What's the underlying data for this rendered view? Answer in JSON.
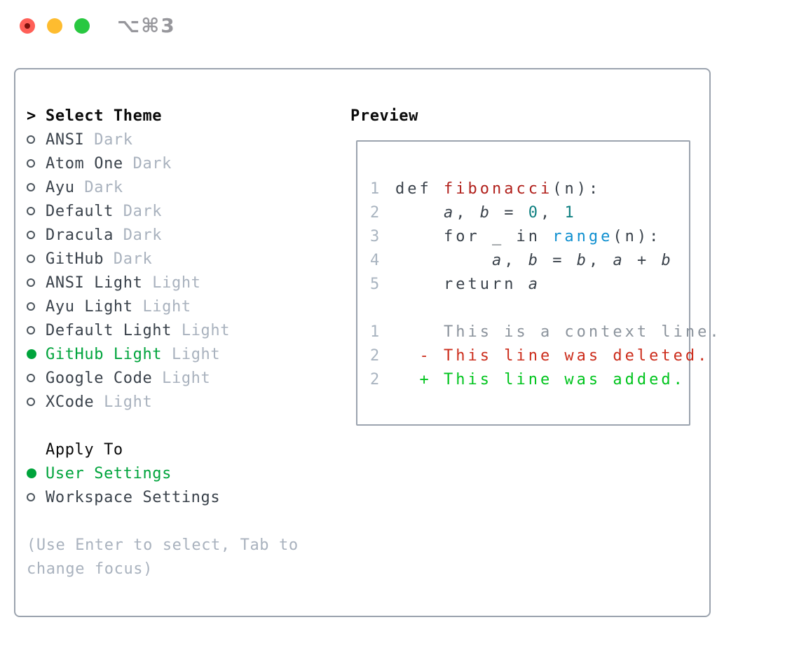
{
  "window": {
    "title_shortcut": "⌥⌘3"
  },
  "colors": {
    "selected_green": "#00a43c",
    "added_green": "#00c41d",
    "deleted_red": "#cc2d1c",
    "function_red": "#b1211c",
    "number_teal": "#0e7f80",
    "builtin_blue": "#1090d0",
    "context_gray": "#8b939c",
    "default": "#3a424b",
    "border_gray": "#9ba3ae",
    "muted_gray": "#a9b2be"
  },
  "theme_picker": {
    "header": "Select Theme",
    "prompt_marker": ">",
    "items": [
      {
        "name": "ANSI",
        "tag": "Dark",
        "selected": false
      },
      {
        "name": "Atom One",
        "tag": "Dark",
        "selected": false
      },
      {
        "name": "Ayu",
        "tag": "Dark",
        "selected": false
      },
      {
        "name": "Default",
        "tag": "Dark",
        "selected": false
      },
      {
        "name": "Dracula",
        "tag": "Dark",
        "selected": false
      },
      {
        "name": "GitHub",
        "tag": "Dark",
        "selected": false
      },
      {
        "name": "ANSI Light",
        "tag": "Light",
        "selected": false
      },
      {
        "name": "Ayu Light",
        "tag": "Light",
        "selected": false
      },
      {
        "name": "Default Light",
        "tag": "Light",
        "selected": false
      },
      {
        "name": "GitHub Light",
        "tag": "Light",
        "selected": true
      },
      {
        "name": "Google Code",
        "tag": "Light",
        "selected": false
      },
      {
        "name": "XCode",
        "tag": "Light",
        "selected": false
      }
    ]
  },
  "apply_to": {
    "header": "Apply To",
    "options": [
      {
        "name": "User Settings",
        "selected": true
      },
      {
        "name": "Workspace Settings",
        "selected": false
      }
    ]
  },
  "hint": {
    "line1": "(Use Enter to select, Tab to",
    "line2": "change focus)"
  },
  "preview": {
    "header": "Preview",
    "lines": [
      {
        "num": "1",
        "segments": [
          {
            "text": "def ",
            "color": "default"
          },
          {
            "text": "fibonacci",
            "color": "function"
          },
          {
            "text": "(n):",
            "color": "default"
          }
        ]
      },
      {
        "num": "2",
        "segments": [
          {
            "text": "    ",
            "color": "default"
          },
          {
            "text": "a",
            "color": "default",
            "italic": true
          },
          {
            "text": ", ",
            "color": "default"
          },
          {
            "text": "b",
            "color": "default",
            "italic": true
          },
          {
            "text": " = ",
            "color": "default"
          },
          {
            "text": "0",
            "color": "number"
          },
          {
            "text": ", ",
            "color": "default"
          },
          {
            "text": "1",
            "color": "number"
          }
        ]
      },
      {
        "num": "3",
        "segments": [
          {
            "text": "    for _ in ",
            "color": "default"
          },
          {
            "text": "range",
            "color": "builtin"
          },
          {
            "text": "(n):",
            "color": "default"
          }
        ]
      },
      {
        "num": "4",
        "segments": [
          {
            "text": "        ",
            "color": "default"
          },
          {
            "text": "a",
            "color": "default",
            "italic": true
          },
          {
            "text": ", ",
            "color": "default"
          },
          {
            "text": "b",
            "color": "default",
            "italic": true
          },
          {
            "text": " = ",
            "color": "default"
          },
          {
            "text": "b",
            "color": "default",
            "italic": true
          },
          {
            "text": ", ",
            "color": "default"
          },
          {
            "text": "a",
            "color": "default",
            "italic": true
          },
          {
            "text": " + ",
            "color": "default"
          },
          {
            "text": "b",
            "color": "default",
            "italic": true
          }
        ]
      },
      {
        "num": "5",
        "segments": [
          {
            "text": "    return ",
            "color": "default"
          },
          {
            "text": "a",
            "color": "default",
            "italic": true
          }
        ]
      },
      {
        "num": "",
        "segments": []
      },
      {
        "num": "1",
        "segments": [
          {
            "text": "    This is a context line.",
            "color": "context"
          }
        ]
      },
      {
        "num": "2",
        "segments": [
          {
            "text": "  - This line was deleted.",
            "color": "deleted"
          }
        ]
      },
      {
        "num": "2",
        "segments": [
          {
            "text": "  + This line was added.",
            "color": "added"
          }
        ]
      }
    ]
  }
}
